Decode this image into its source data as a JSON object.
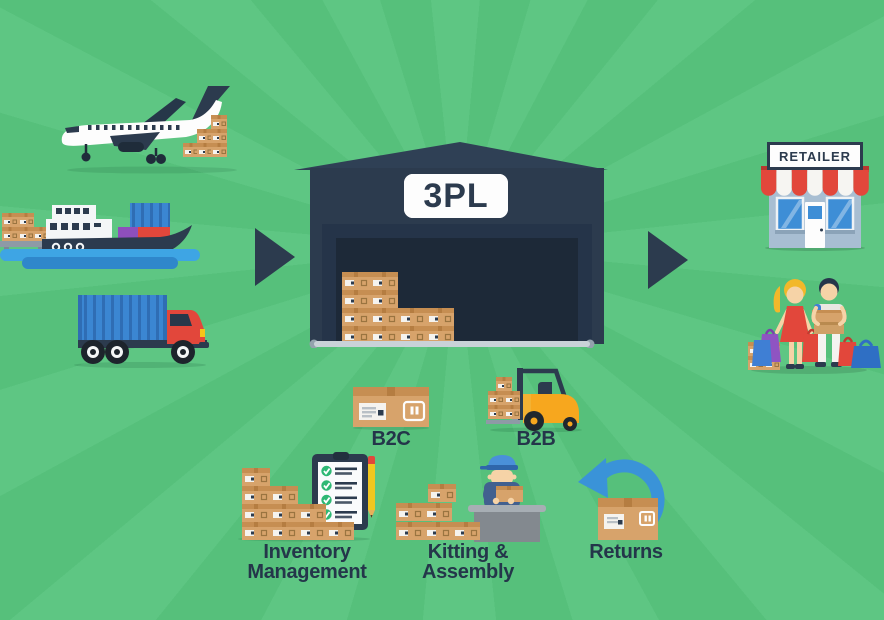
{
  "scene": {
    "background_color": "#56c07b",
    "ray_color": "#5ec683",
    "accent_navy": "#2c3b4e"
  },
  "warehouse": {
    "sign_label": "3PL",
    "icon": "warehouse-icon"
  },
  "retailer": {
    "sign_label": "RETAILER",
    "icon": "storefront-icon"
  },
  "inbound": {
    "modes": [
      {
        "id": "air",
        "icon": "airplane-icon"
      },
      {
        "id": "sea",
        "icon": "cargo-ship-icon"
      },
      {
        "id": "road",
        "icon": "truck-icon"
      }
    ],
    "arrow_icon": "arrow-right-icon"
  },
  "outbound": {
    "arrow_icon": "arrow-right-icon",
    "shoppers_icon": "shoppers-icon"
  },
  "services": [
    {
      "id": "b2c",
      "label": "B2C",
      "icon": "shipping-box-icon"
    },
    {
      "id": "b2b",
      "label": "B2B",
      "icon": "forklift-icon"
    },
    {
      "id": "inventory-management",
      "label": "Inventory\nManagement",
      "icon": "inventory-clipboard-icon"
    },
    {
      "id": "kitting-assembly",
      "label": "Kitting &\nAssembly",
      "icon": "kitting-worker-icon"
    },
    {
      "id": "returns",
      "label": "Returns",
      "icon": "returns-arrow-icon"
    }
  ]
}
